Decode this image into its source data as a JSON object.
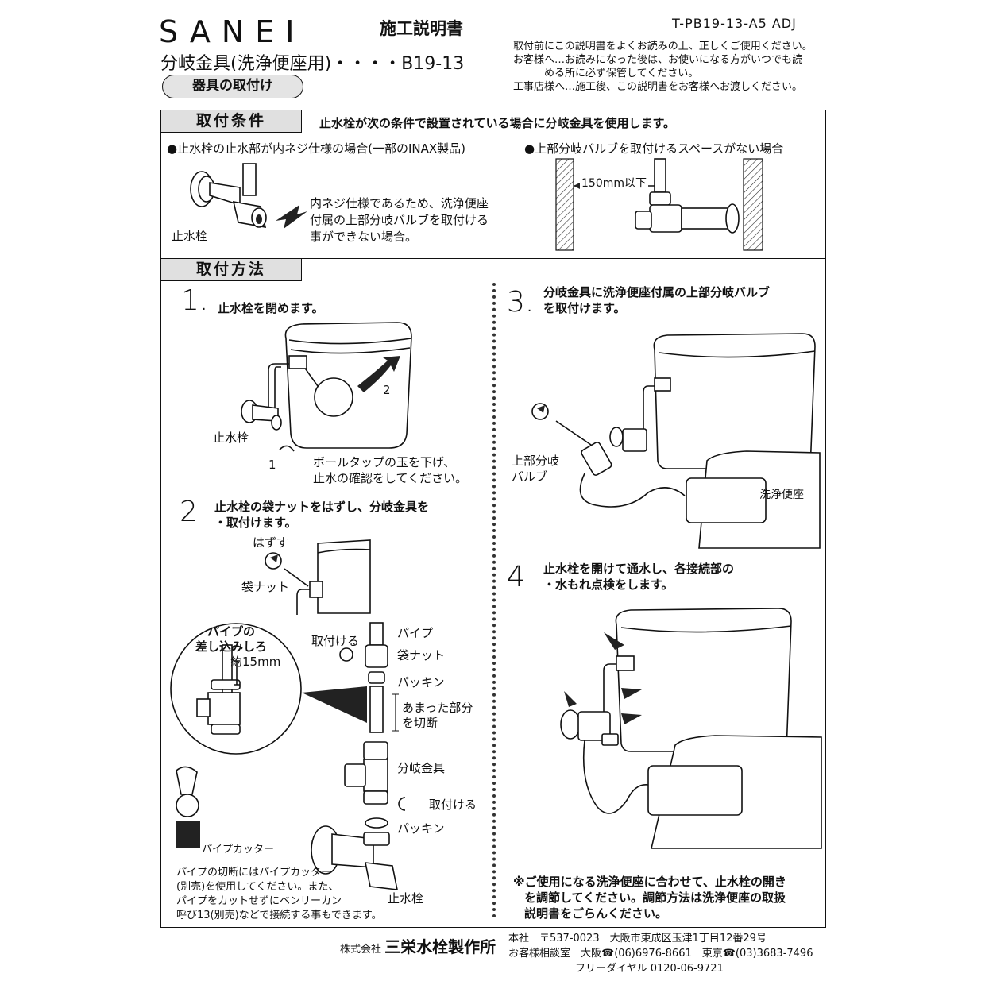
{
  "header": {
    "logo": "SANEI",
    "doc_title": "施工説明書",
    "doc_code": "T-PB19-13-A5 ADJ",
    "product": "分岐金具(洗浄便座用)・・・・B19-13",
    "section_pill": "器具の取付け",
    "notice": [
      "取付前にこの説明書をよくお読みの上、正しくご使用ください。",
      "お客様へ…お読みになった後は、お使いになる方がいつでも読",
      "　　　める所に必ず保管してください。",
      "工事店様へ…施工後、この説明書をお客様へお渡しください。"
    ]
  },
  "conditions": {
    "heading": "取付条件",
    "lead": "止水栓が次の条件で設置されている場合に分岐金具を使用します。",
    "case1": "●止水栓の止水部が内ネジ仕様の場合(一部のINAX製品)",
    "case1_label": "止水栓",
    "case1_desc": [
      "内ネジ仕様であるため、洗浄便座",
      "付属の上部分岐バルブを取付ける",
      "事ができない場合。"
    ],
    "case2": "●上部分岐バルブを取付けるスペースがない場合",
    "case2_dim": "150mm以下"
  },
  "method": {
    "heading": "取付方法",
    "step1": {
      "num": "1.",
      "text": "止水栓を閉めます。",
      "label_valve": "止水栓",
      "arrow1": "1",
      "arrow2": "2",
      "note": [
        "ボールタップの玉を下げ、",
        "止水の確認をしてください。"
      ]
    },
    "step2": {
      "num": "2",
      "text1": "止水栓の袋ナットをはずし、分岐金具を",
      "text2": "・取付けます。",
      "label_remove": "はずす",
      "label_nut": "袋ナット",
      "inset_title": [
        "パイプの",
        "差し込みしろ"
      ],
      "inset_dim": "約15mm",
      "lbl_attach1": "取付ける",
      "lbl_pipe": "パイプ",
      "lbl_nut2": "袋ナット",
      "lbl_packing1": "パッキン",
      "lbl_cut": [
        "あまった部分",
        "を切断"
      ],
      "lbl_branch": "分岐金具",
      "lbl_attach2": "取付ける",
      "lbl_packing2": "パッキン",
      "lbl_valve": "止水栓",
      "lbl_cutter": "パイプカッター",
      "cutter_note": [
        "パイプの切断にはパイプカッター",
        "(別売)を使用してください。また、",
        "パイプをカットせずにベンリーカン",
        "呼び13(別売)などで接続する事もできます。"
      ]
    },
    "step3": {
      "num": "3.",
      "text": [
        "分岐金具に洗浄便座付属の上部分岐バルブ",
        "を取付けます。"
      ],
      "label_valve": [
        "上部分岐",
        "バルブ"
      ],
      "label_seat": "洗浄便座"
    },
    "step4": {
      "num": "4",
      "text": [
        "止水栓を開けて通水し、各接続部の",
        "・水もれ点検をします。"
      ]
    },
    "footnote": [
      "※ご使用になる洗浄便座に合わせて、止水栓の開き",
      "を調節してください。調節方法は洗浄便座の取扱",
      "説明書をごらんください。"
    ]
  },
  "footer": {
    "company_prefix": "株式会社",
    "company": "三栄水栓製作所",
    "address": "本社　〒537-0023　大阪市東成区玉津1丁目12番29号",
    "support": "お客様相談室　大阪☎(06)6976-8661　東京☎(03)3683-7496",
    "freedial": "フリーダイヤル 0120-06-9721"
  }
}
